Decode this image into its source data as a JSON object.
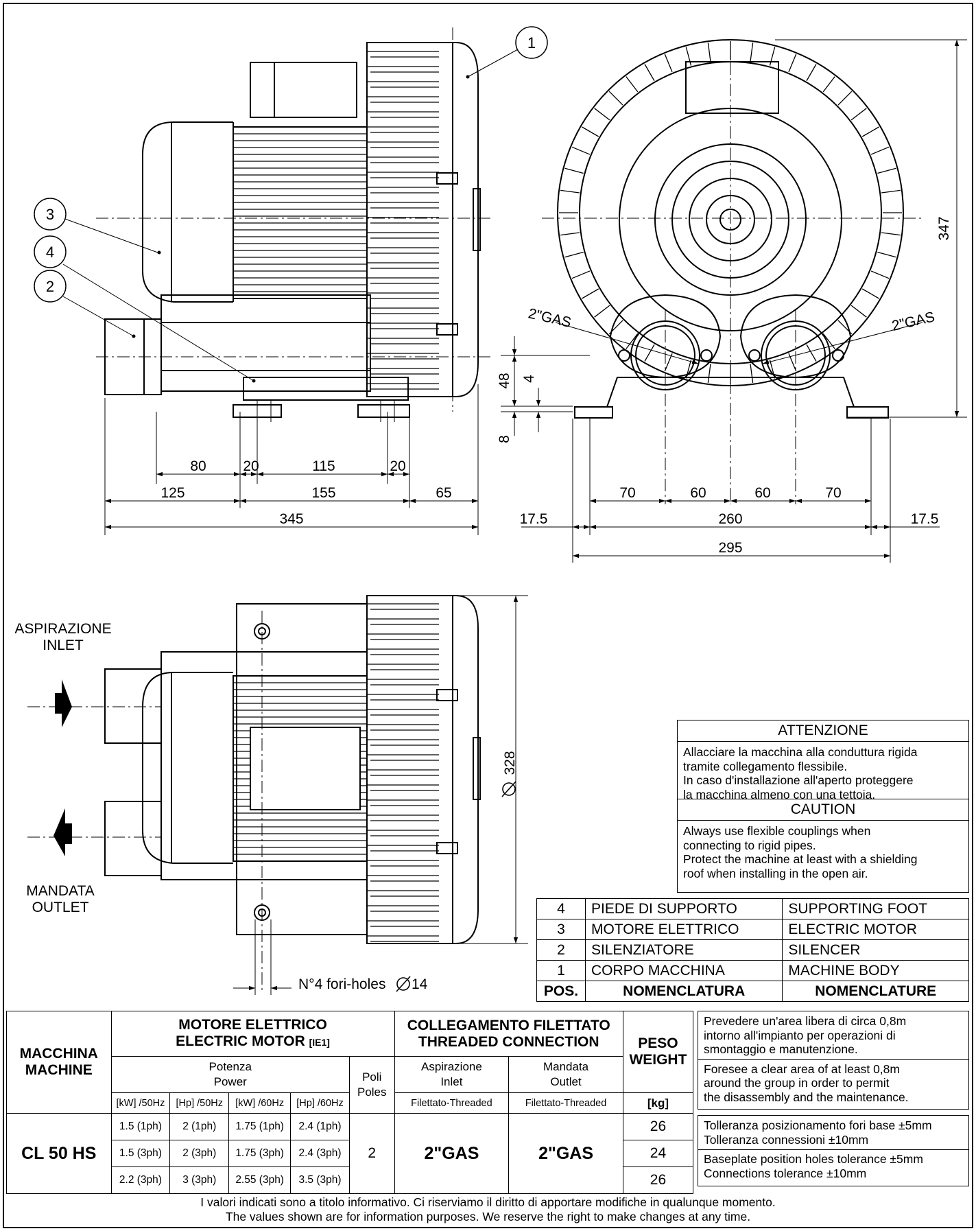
{
  "callouts": [
    "1",
    "3",
    "4",
    "2"
  ],
  "dimensions": {
    "side_upper": [
      "80",
      "20",
      "115",
      "20"
    ],
    "side_lower": [
      "125",
      "155",
      "65"
    ],
    "side_total": "345",
    "front_upper": [
      "70",
      "60",
      "60",
      "70"
    ],
    "front_middle": [
      "17.5",
      "260",
      "17.5"
    ],
    "front_total": "295",
    "height": "347",
    "vertical": [
      "48",
      "4",
      "8"
    ],
    "gas_left": "2\"GAS",
    "gas_right": "2\"GAS",
    "diameter": "328",
    "holes": "N°4 fori-holes"
  },
  "flow": {
    "inlet": [
      "ASPIRAZIONE",
      "INLET"
    ],
    "outlet": [
      "MANDATA",
      "OUTLET"
    ]
  },
  "notes": {
    "attention_title": "ATTENZIONE",
    "attention_lines": [
      "Allacciare la macchina alla conduttura rigida",
      "tramite collegamento flessibile.",
      "In caso d'installazione all'aperto proteggere",
      "la macchina almeno con una tettoia."
    ],
    "caution_title": "CAUTION",
    "caution_lines": [
      "Always use flexible couplings when",
      "connecting to rigid pipes.",
      "Protect the machine at least with a shielding",
      "roof when installing in the open air."
    ]
  },
  "parts": {
    "rows": [
      {
        "pos": "4",
        "it": "PIEDE DI SUPPORTO",
        "en": "SUPPORTING FOOT"
      },
      {
        "pos": "3",
        "it": "MOTORE ELETTRICO",
        "en": "ELECTRIC MOTOR"
      },
      {
        "pos": "2",
        "it": "SILENZIATORE",
        "en": "SILENCER"
      },
      {
        "pos": "1",
        "it": "CORPO MACCHINA",
        "en": "MACHINE BODY"
      }
    ],
    "header": {
      "pos": "POS.",
      "it": "NOMENCLATURA",
      "en": "NOMENCLATURE"
    }
  },
  "spec": {
    "machine_it": "MACCHINA",
    "machine_en": "MACHINE",
    "motor_it": "MOTORE ELETTRICO",
    "motor_en": "ELECTRIC MOTOR",
    "motor_class": "[IE1]",
    "power_it": "Potenza",
    "power_en": "Power",
    "units": [
      "[kW] /50Hz",
      "[Hp] /50Hz",
      "[kW] /60Hz",
      "[Hp] /60Hz"
    ],
    "poles_it": "Poli",
    "poles_en": "Poles",
    "conn_it": "COLLEGAMENTO FILETTATO",
    "conn_en": "THREADED CONNECTION",
    "inlet_it": "Aspirazione",
    "inlet_en": "Inlet",
    "outlet_it": "Mandata",
    "outlet_en": "Outlet",
    "threaded": "Filettato-Threaded",
    "weight_it": "PESO",
    "weight_en": "WEIGHT",
    "weight_unit": "[kg]",
    "model": "CL 50 HS",
    "rows": [
      [
        "1.5 (1ph)",
        "2 (1ph)",
        "1.75 (1ph)",
        "2.4 (1ph)"
      ],
      [
        "1.5 (3ph)",
        "2 (3ph)",
        "1.75 (3ph)",
        "2.4 (3ph)"
      ],
      [
        "2.2 (3ph)",
        "3 (3ph)",
        "2.55 (3ph)",
        "3.5 (3ph)"
      ]
    ],
    "poles": "2",
    "inlet": "2\"GAS",
    "outlet": "2\"GAS",
    "weights": [
      "26",
      "24",
      "26"
    ]
  },
  "info": {
    "clearance_it": [
      "Prevedere un'area libera di circa 0,8m",
      "intorno all'impianto per operazioni di",
      "smontaggio e manutenzione."
    ],
    "clearance_en": [
      "Foresee a clear area of at least 0,8m",
      "around the group in order to permit",
      "the disassembly and the maintenance."
    ],
    "tol_it": [
      "Tolleranza posizionamento fori base ±5mm",
      "Tolleranza connessioni ±10mm"
    ],
    "tol_en": [
      "Baseplate position holes tolerance ±5mm",
      "Connections tolerance ±10mm"
    ]
  },
  "footer": [
    "I valori indicati sono a titolo informativo. Ci riserviamo il diritto di apportare modifiche in qualunque momento.",
    "The values shown are for information purposes. We reserve the right to make changes at any time."
  ]
}
